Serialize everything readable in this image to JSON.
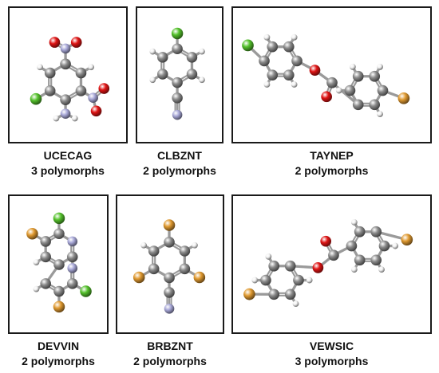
{
  "colors": {
    "carbon": "#8c8c8c",
    "hydrogen": "#f2f2f2",
    "oxygen": "#e01414",
    "nitrogen": "#a8a8d8",
    "chlorine": "#55c22c",
    "bromine": "#e09a30",
    "border": "#1a1a1a"
  },
  "panels": [
    {
      "code": "UCECAG",
      "count": "3 polymorphs",
      "molecule": "chloro-dinitro-aniline"
    },
    {
      "code": "CLBZNT",
      "count": "2 polymorphs",
      "molecule": "chlorobenzonitrile"
    },
    {
      "code": "TAYNEP",
      "count": "2 polymorphs",
      "molecule": "chlorophenyl-bromobenzoate"
    },
    {
      "code": "DEVVIN",
      "count": "2 polymorphs",
      "molecule": "dibromo-dichloro-naphthyridine"
    },
    {
      "code": "BRBZNT",
      "count": "2 polymorphs",
      "molecule": "tribromobenzonitrile"
    },
    {
      "code": "VEWSIC",
      "count": "3 polymorphs",
      "molecule": "bromophenyl-bromobenzoate"
    }
  ]
}
